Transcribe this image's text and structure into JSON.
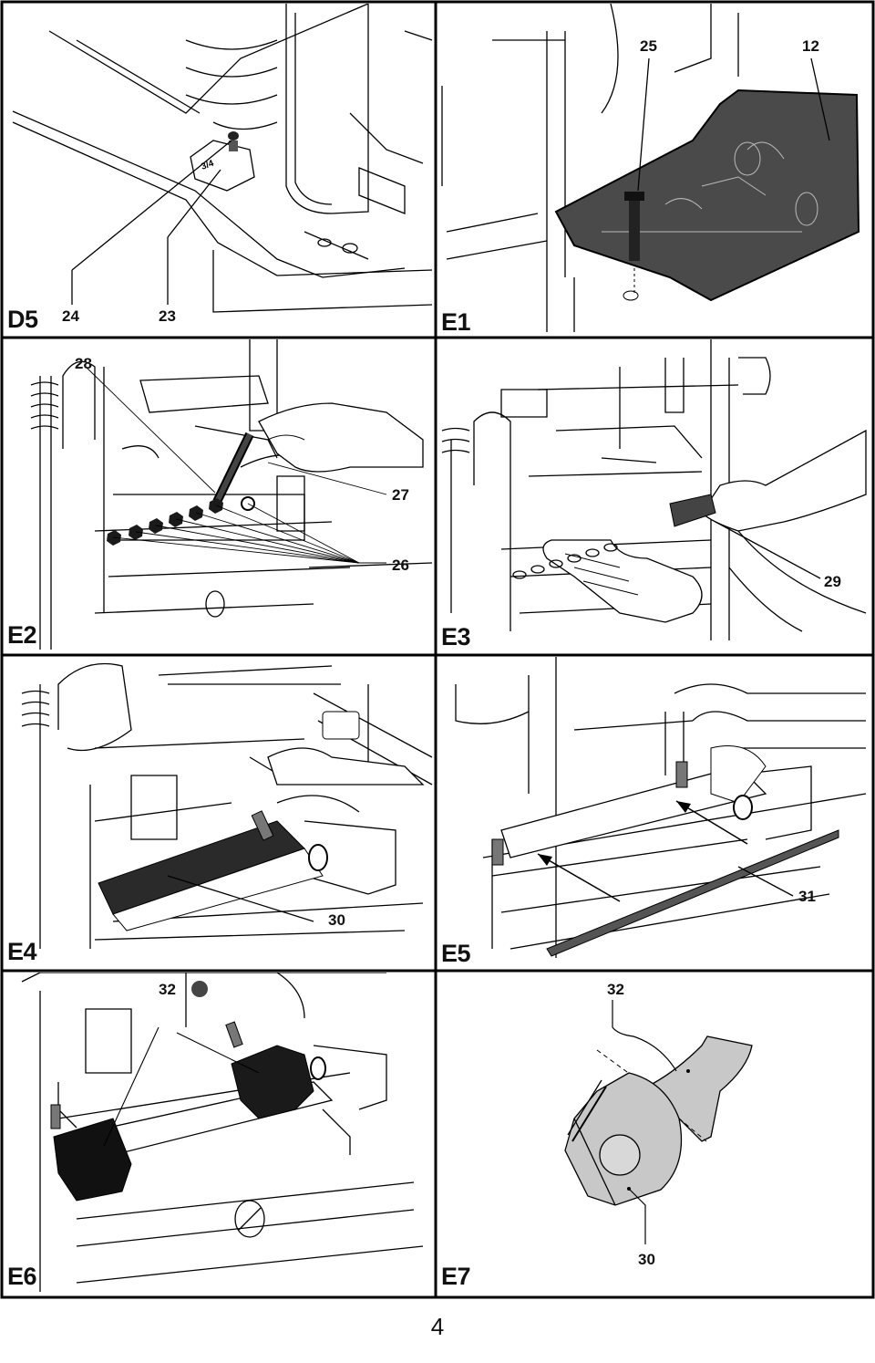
{
  "panels": [
    {
      "figure": "D5",
      "callouts": [
        "24",
        "23"
      ]
    },
    {
      "figure": "E1",
      "callouts": [
        "25",
        "12"
      ]
    },
    {
      "figure": "E2",
      "callouts": [
        "28",
        "27",
        "26"
      ]
    },
    {
      "figure": "E3",
      "callouts": [
        "29"
      ]
    },
    {
      "figure": "E4",
      "callouts": [
        "30"
      ]
    },
    {
      "figure": "E5",
      "callouts": [
        "31"
      ]
    },
    {
      "figure": "E6",
      "callouts": [
        "32"
      ]
    },
    {
      "figure": "E7",
      "callouts": [
        "32",
        "30"
      ]
    }
  ],
  "d5_knob_marking": "3/4",
  "page_number": "4"
}
